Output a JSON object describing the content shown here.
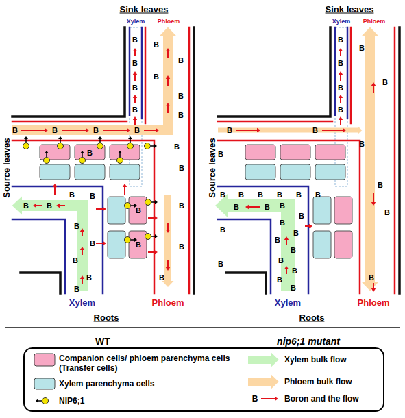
{
  "diagram": {
    "labels": [
      "Sink leaves",
      "Xylem",
      "Phloem",
      "Source leaves",
      "B",
      "B",
      "B",
      "B",
      "B",
      "B",
      "B",
      "B",
      "B",
      "B",
      "B",
      "B",
      "B",
      "B",
      "B",
      "B",
      "B",
      "B",
      "B",
      "B",
      "B",
      "B",
      "B",
      "B",
      "B",
      "B",
      "B",
      "B",
      "B",
      "B",
      "Xylem",
      "Phloem",
      "Roots",
      "Sink leaves",
      "Xylem",
      "Phloem",
      "Source leaves",
      "B",
      "B",
      "B",
      "B",
      "B",
      "B",
      "B",
      "B",
      "B",
      "B",
      "B",
      "B",
      "B",
      "B",
      "B",
      "B",
      "B",
      "B",
      "B",
      "B",
      "B",
      "B",
      "B",
      "B",
      "B",
      "B",
      "B",
      "B",
      "B",
      "B",
      "B",
      "B",
      "B",
      "Xylem",
      "Phloem",
      "Roots",
      "WT",
      "nip6;1 mutant",
      "B"
    ],
    "legend": [
      {
        "text": "Companion cells/ phloem parenchyma cells (Transfer cells)",
        "color": "#f7a8c4"
      },
      {
        "text": "Xylem parenchyma cells",
        "color": "#b8e4e8"
      },
      {
        "text": "NIP6;1"
      },
      {
        "text": "Xylem bulk flow"
      },
      {
        "text": "Phloem bulk flow"
      },
      {
        "text": "Boron and the flow"
      }
    ]
  }
}
